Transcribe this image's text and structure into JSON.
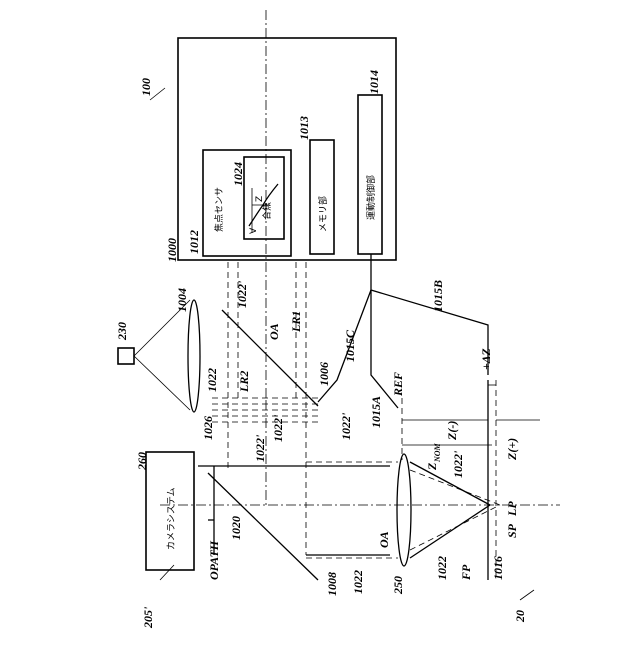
{
  "labels": {
    "l100": "100",
    "l1000": "1000",
    "l1012": "1012",
    "l1024": "1024",
    "l1013": "1013",
    "l1014": "1014",
    "l1015B": "1015B",
    "l1004": "1004",
    "l230": "230",
    "l1022p_a": "1022'",
    "l1022p_b": "1022'",
    "l1022p_c": "1022'",
    "l1022p_d": "1022'",
    "l1022p_e": "1022'",
    "l1022_a": "1022",
    "l1022_b": "1022",
    "l1022_c": "1022",
    "lOA_top": "OA",
    "lOA_bot": "OA",
    "lLR1": "LR1",
    "lLR2": "LR2",
    "l1006": "1006",
    "l1015C": "1015C",
    "l1015A": "1015A",
    "lREF": "REF",
    "lDZ": "+ΔZ",
    "lZminus": "Z(-)",
    "lZnom": "Z",
    "lZnomSub": "NOM",
    "lZplus": "Z(+)",
    "l1026": "1026",
    "l260": "260",
    "lOPATH": "OPATH",
    "l1020": "1020",
    "l1008": "1008",
    "l250": "250",
    "lFP": "FP",
    "l1016": "1016",
    "lSP": "SP",
    "lLP": "LP",
    "l205": "205'",
    "l20": "20"
  },
  "texts": {
    "focus_sensor": "焦点センサ",
    "focus_inner": "合焦",
    "memory": "メモリ部",
    "motion_control": "運動制御部",
    "camera_system": "カメラシステム",
    "axis_z": "Z",
    "axis_v": "V"
  }
}
